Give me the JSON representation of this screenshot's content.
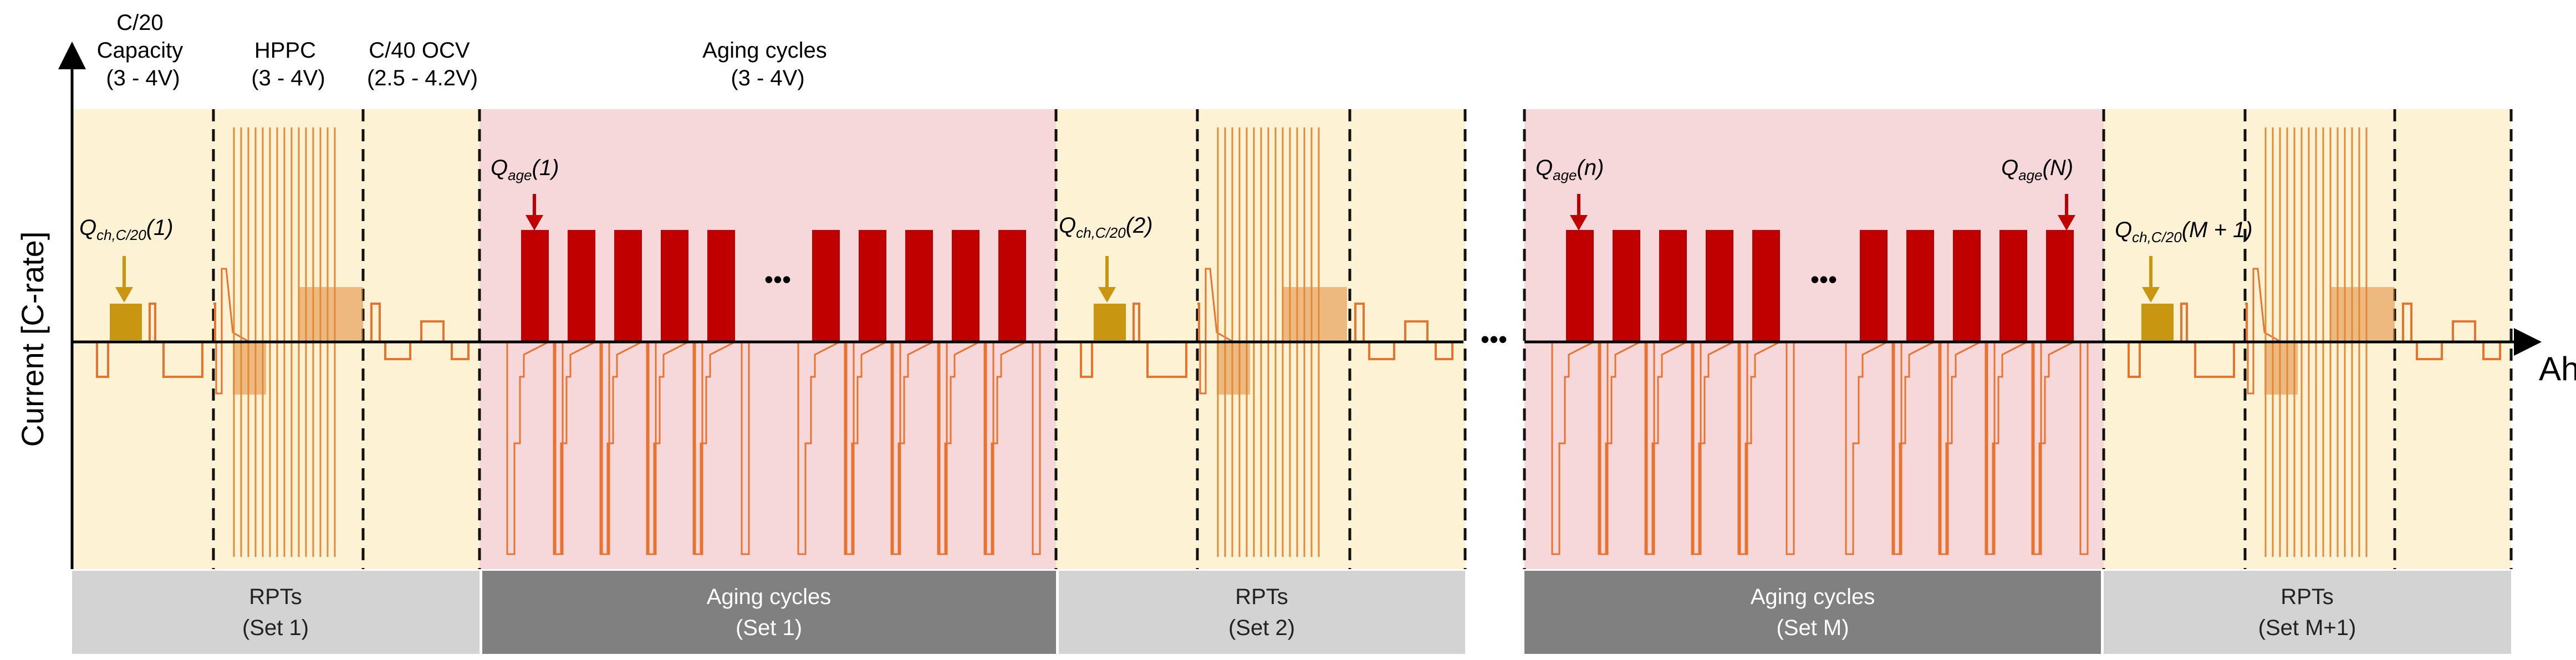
{
  "y_axis": {
    "label": "Current [C-rate]"
  },
  "x_axis": {
    "label": "Ah"
  },
  "top_labels": [
    {
      "lines": [
        "C/20",
        "Capacity",
        "(3 - 4V)"
      ]
    },
    {
      "lines": [
        "HPPC",
        "(3 - 4V)"
      ]
    },
    {
      "lines": [
        "C/40 OCV",
        "(2.5 - 4.2V)"
      ]
    },
    {
      "lines": [
        "Aging cycles",
        "(3 - 4V)"
      ]
    }
  ],
  "annotations": {
    "qch_1": {
      "base": "Q",
      "sub": "ch,C/20",
      "arg": "(1)"
    },
    "qch_2": {
      "base": "Q",
      "sub": "ch,C/20",
      "arg": "(2)"
    },
    "qch_m1": {
      "base": "Q",
      "sub": "ch,C/20",
      "arg": "(M + 1)"
    },
    "qage_1": {
      "base": "Q",
      "sub": "age",
      "arg": "(1)"
    },
    "qage_n": {
      "base": "Q",
      "sub": "age",
      "arg": "(n)"
    },
    "qage_N": {
      "base": "Q",
      "sub": "age",
      "arg": "(N)"
    }
  },
  "ellipsis": "•••",
  "segments": [
    {
      "kind": "rpt",
      "label": "RPTs",
      "set": "(Set 1)"
    },
    {
      "kind": "aging",
      "label": "Aging cycles",
      "set": "(Set 1)"
    },
    {
      "kind": "rpt",
      "label": "RPTs",
      "set": "(Set 2)"
    },
    {
      "kind": "aging",
      "label": "Aging cycles",
      "set": "(Set M)"
    },
    {
      "kind": "rpt",
      "label": "RPTs",
      "set": "(Set M+1)"
    }
  ],
  "colors": {
    "rpt_bg": "#FDF2D3",
    "aging_bg": "#F6D8DA",
    "rpt_bar": "#D3D3D3",
    "aging_bar": "#808080",
    "trace": "#E8732E",
    "hppc": "#E08A3A",
    "charge_block": "#C89610",
    "aging_block": "#C00000",
    "arrow_red": "#C00000",
    "arrow_gold": "#C89610"
  }
}
